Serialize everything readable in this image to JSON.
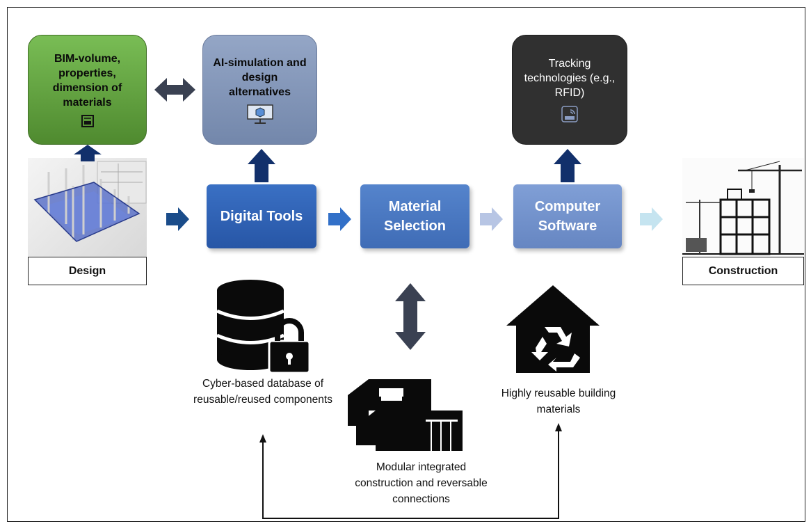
{
  "boxes": {
    "bim": "BIM-volume, properties, dimension of materials",
    "ai": "AI-simulation and design alternatives",
    "tracking": "Tracking technologies (e.g., RFID)",
    "digital_tools": "Digital Tools",
    "material_selection": "Material Selection",
    "computer_software": "Computer Software"
  },
  "labels": {
    "design": "Design",
    "construction": "Construction",
    "database": "Cyber-based database of reusable/reused components",
    "modular": "Modular integrated construction and reversable connections",
    "reusable": "Highly reusable building materials"
  },
  "icons": {
    "bim_icon": "bim-file-icon",
    "ai_icon": "monitor-cube-icon",
    "rfid_icon": "rfid-tag-icon",
    "database_icon": "database-lock-icon",
    "modular_icon": "modular-building-icon",
    "reusable_icon": "house-recycle-icon"
  },
  "colors": {
    "bim_green": "#5e9e3a",
    "ai_bluegray": "#8496b6",
    "tracking_dark": "#2e2e2e",
    "digital_tools_blue": "#2f62b4",
    "material_selection_blue": "#4876c0",
    "computer_software_blue": "#6f90cc",
    "arrow_navy": "#13306b"
  }
}
